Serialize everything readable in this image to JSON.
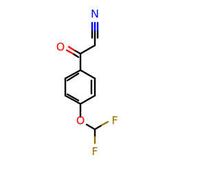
{
  "molecule": {
    "atoms": {
      "nitrile_n": {
        "symbol": "N",
        "color": "#0000ff"
      },
      "carbonyl_o": {
        "symbol": "O",
        "color": "#ff0000"
      },
      "ether_o": {
        "symbol": "O",
        "color": "#ff0000"
      },
      "fluorine_1": {
        "symbol": "F",
        "color": "#9a7000"
      },
      "fluorine_2": {
        "symbol": "F",
        "color": "#9a7000"
      }
    }
  }
}
